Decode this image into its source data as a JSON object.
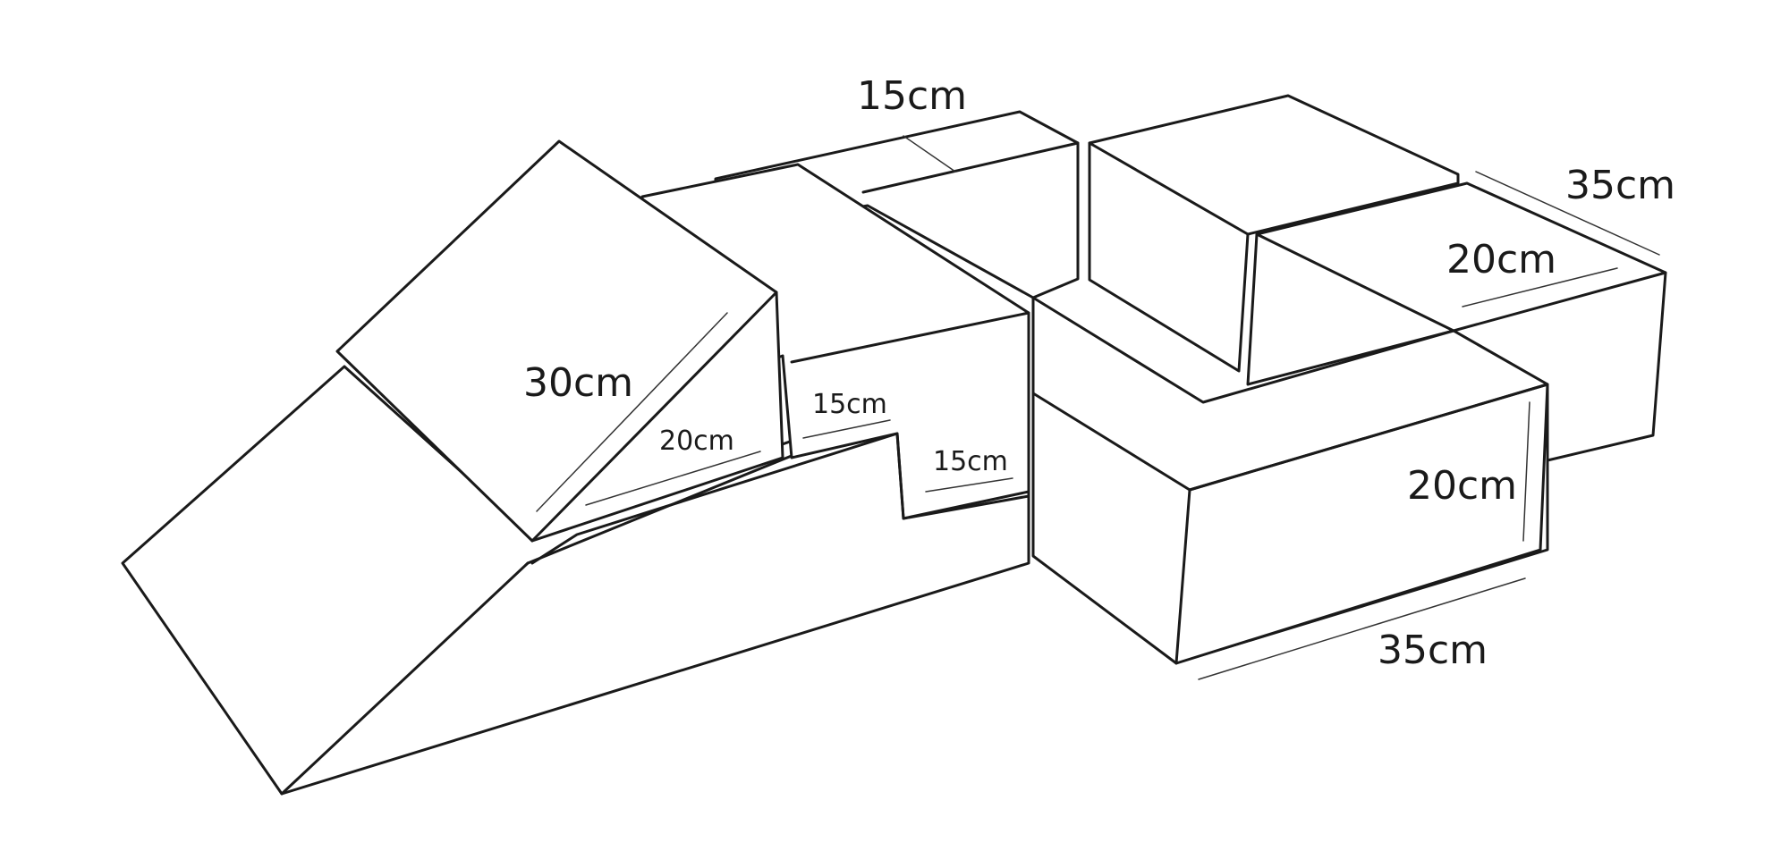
{
  "stroke_color": "#1a1a1a",
  "background_color": "#ffffff",
  "labels": {
    "top_width": "15cm",
    "right_depth": "35cm",
    "right_top_width": "20cm",
    "ramp_slope": "30cm",
    "ramp_depth": "20cm",
    "step_upper": "15cm",
    "step_lower": "15cm",
    "block_height": "20cm",
    "block_length": "35cm"
  }
}
